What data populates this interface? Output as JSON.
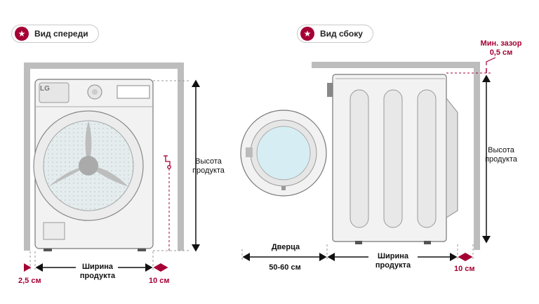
{
  "front": {
    "badge_label": "Вид спереди",
    "brand": "LG",
    "height_label": "Высота продукта",
    "width_label": "Ширина продукта",
    "gap_left": "2,5 см",
    "gap_right": "10 см"
  },
  "side": {
    "badge_label": "Вид сбоку",
    "min_gap_label": "Мин. зазор",
    "min_gap_value": "0,5 см",
    "height_label": "Высота продукта",
    "door_label": "Дверца",
    "door_value": "50-60 см",
    "width_label": "Ширина продукта",
    "gap_back": "10 см"
  },
  "colors": {
    "accent": "#a50034",
    "wall": "#bdbdbd",
    "line": "#111111"
  },
  "icons": {
    "badge": "star-icon",
    "tap": "water-tap-icon"
  }
}
